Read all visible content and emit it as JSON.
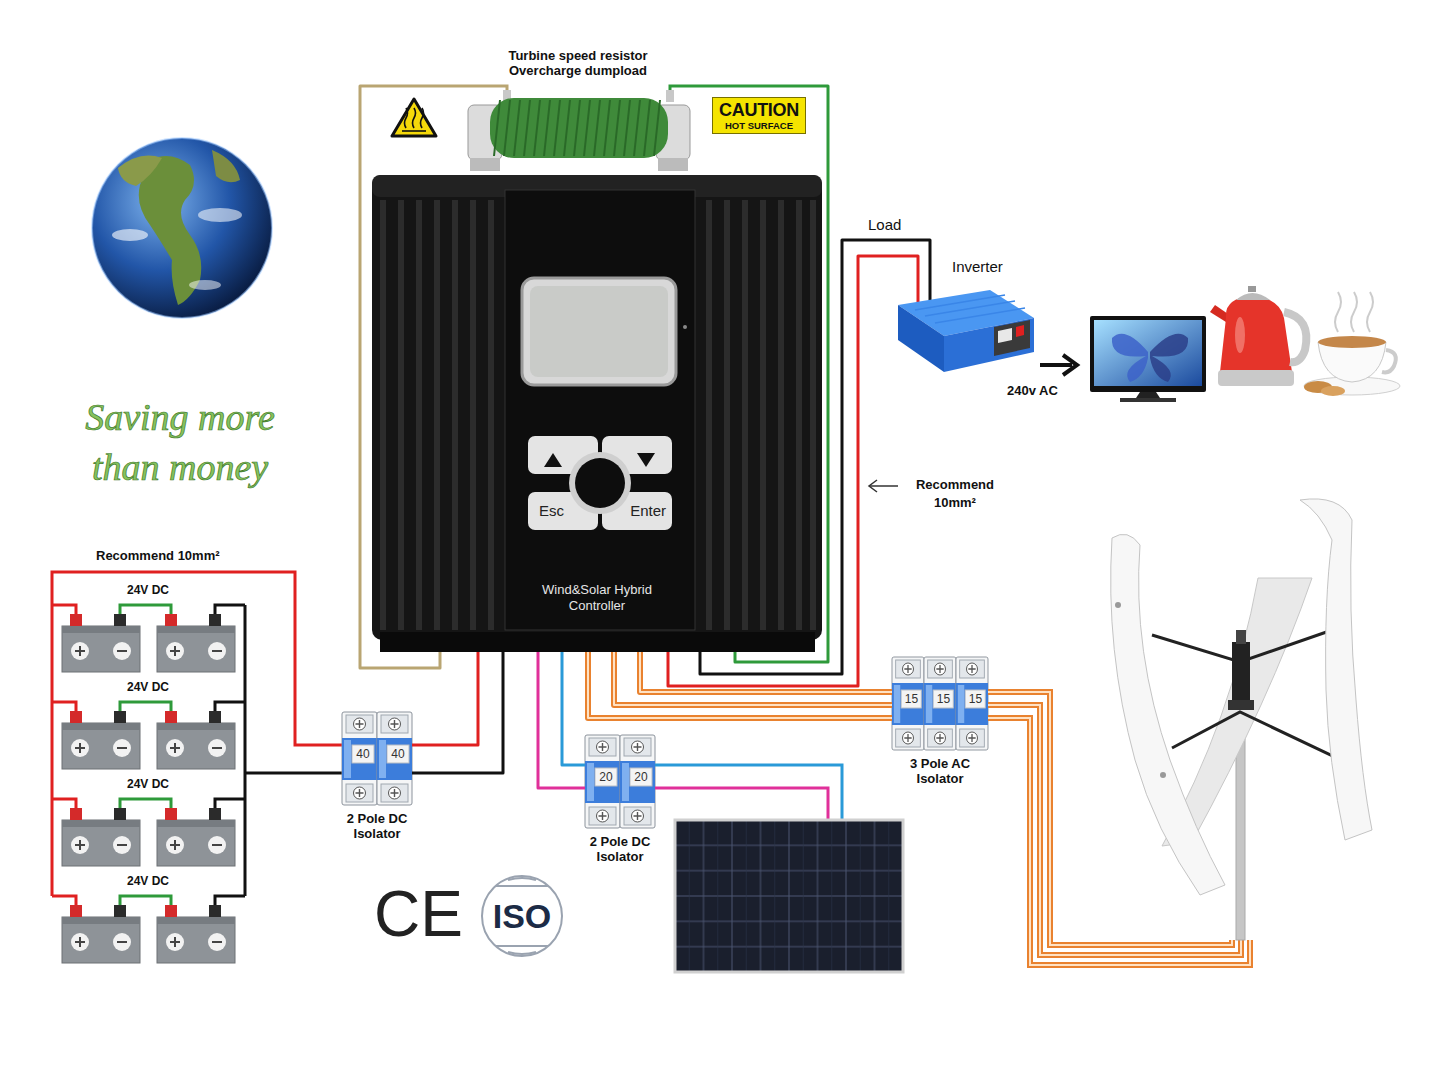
{
  "diagram": {
    "nodes": [
      {
        "text": [
          "Turbine speed resistor Overcharge dumpload"
        ]
      },
      {
        "text": [
          "CAUTION",
          "HOT SURFACE"
        ]
      },
      {
        "text": [
          "Wind&Solar Hybrid Controller"
        ]
      },
      {
        "text": [
          "Esc"
        ],
        "in": 2
      },
      {
        "text": [
          "Enter"
        ],
        "in": 2
      },
      {
        "text": [
          "Inverter",
          "240v AC"
        ]
      },
      {
        "text": [
          "40",
          "40",
          "2 Pole DC Isolator"
        ]
      },
      {
        "text": [
          "20",
          "20",
          "2 Pole DC Isolator"
        ]
      },
      {
        "text": [
          "15",
          "15",
          "15",
          "3 Pole AC Isolator"
        ]
      }
    ],
    "edges": [
      {
        "from": 0,
        "to": 2,
        "arrow": "none"
      },
      {
        "from": 0,
        "to": 2,
        "arrow": "none"
      },
      {
        "from": 2,
        "to": 5,
        "label": "Load",
        "arrow": "none"
      },
      {
        "from": 2,
        "to": 5,
        "arrow": "none"
      },
      {
        "from": 2,
        "to": 6,
        "arrow": "none"
      },
      {
        "from": 2,
        "to": 6,
        "arrow": "none"
      },
      {
        "from": 2,
        "to": 7,
        "arrow": "none"
      },
      {
        "from": 2,
        "to": 7,
        "arrow": "none"
      },
      {
        "from": 2,
        "to": 8,
        "arrow": "none"
      },
      {
        "from": 2,
        "to": 8,
        "arrow": "none"
      },
      {
        "from": 2,
        "to": 8,
        "arrow": "none"
      }
    ],
    "labels": [
      "Saving more than money",
      "Recommend 10mm²",
      "Recommend 10mm²",
      "24V DC",
      "24V DC",
      "24V DC",
      "24V DC",
      "CE",
      "ISO"
    ]
  }
}
